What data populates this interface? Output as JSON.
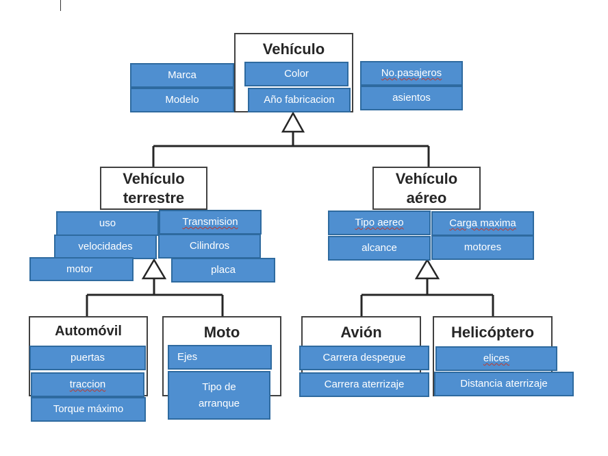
{
  "classes": {
    "vehiculo": "Vehículo",
    "terrestre_line1": "Vehículo",
    "terrestre_line2": "terrestre",
    "aereo_line1": "Vehículo",
    "aereo_line2": "aéreo",
    "automovil": "Automóvil",
    "moto": "Moto",
    "avion": "Avión",
    "helicoptero": "Helicóptero"
  },
  "attributes": {
    "vehiculo": [
      "Marca",
      "Modelo",
      "Color",
      "Año fabricacion",
      "No.pasajeros",
      "asientos"
    ],
    "terrestre": [
      "uso",
      "velocidades",
      "motor",
      "Transmision",
      "Cilindros",
      "placa"
    ],
    "aereo": [
      "Tipo aereo",
      "alcance",
      "Carga maxima",
      "motores"
    ],
    "automovil": [
      "puertas",
      "traccion",
      "Torque máximo"
    ],
    "moto": [
      "Ejes",
      "Tipo de arranque"
    ],
    "avion": [
      "Carrera despegue",
      "Carrera aterrizaje"
    ],
    "helicoptero": [
      "elices",
      "Distancia aterrizaje"
    ]
  },
  "colors": {
    "attribute_fill": "#4f8fd0",
    "attribute_border": "#2e6a9f",
    "class_border": "#404040",
    "line": "#262626"
  }
}
